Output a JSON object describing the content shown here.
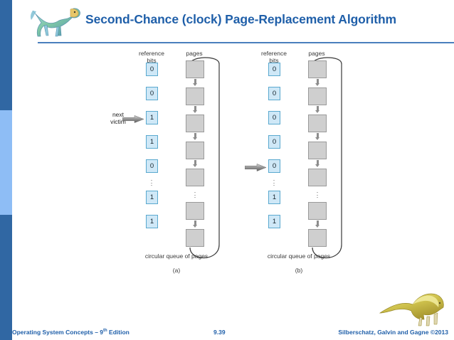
{
  "slide": {
    "title": "Second-Chance (clock) Page-Replacement Algorithm",
    "title_color": "#1f5fa9",
    "rail_dark_color": "#3067a3",
    "rail_light_color": "#8ebdf5",
    "logo_icon": "dinosaur-icon",
    "footer_logo_icon": "dinosaur-icon"
  },
  "footer": {
    "left": "Operating System Concepts – 9",
    "left_sup": "th",
    "left_tail": " Edition",
    "slide_number": "9.39",
    "right": "Silberschatz, Galvin and Gagne ©2013"
  },
  "figure": {
    "headers": {
      "reference_bits": "reference\nbits",
      "ref_line1": "reference",
      "ref_line2": "bits",
      "pages": "pages"
    },
    "bit_box_fill": "#cfe8f7",
    "bit_box_border": "#5aa9cf",
    "frame_fill": "#cfcfcf",
    "frame_border": "#9a9a9a",
    "ellipsis": "⋮",
    "panels": [
      {
        "id": "a",
        "caption_queue": "circular queue of pages",
        "caption_letter": "(a)",
        "pointer_label_line1": "next",
        "pointer_label_line2": "victim",
        "pointer_row_index": 2,
        "reference_bits": [
          "0",
          "0",
          "1",
          "1",
          "0",
          "⋮",
          "1",
          "1"
        ]
      },
      {
        "id": "b",
        "caption_queue": "circular queue of pages",
        "caption_letter": "(b)",
        "pointer_label_line1": "",
        "pointer_label_line2": "",
        "pointer_row_index": 4,
        "reference_bits": [
          "0",
          "0",
          "0",
          "0",
          "0",
          "⋮",
          "1",
          "1"
        ]
      }
    ]
  }
}
